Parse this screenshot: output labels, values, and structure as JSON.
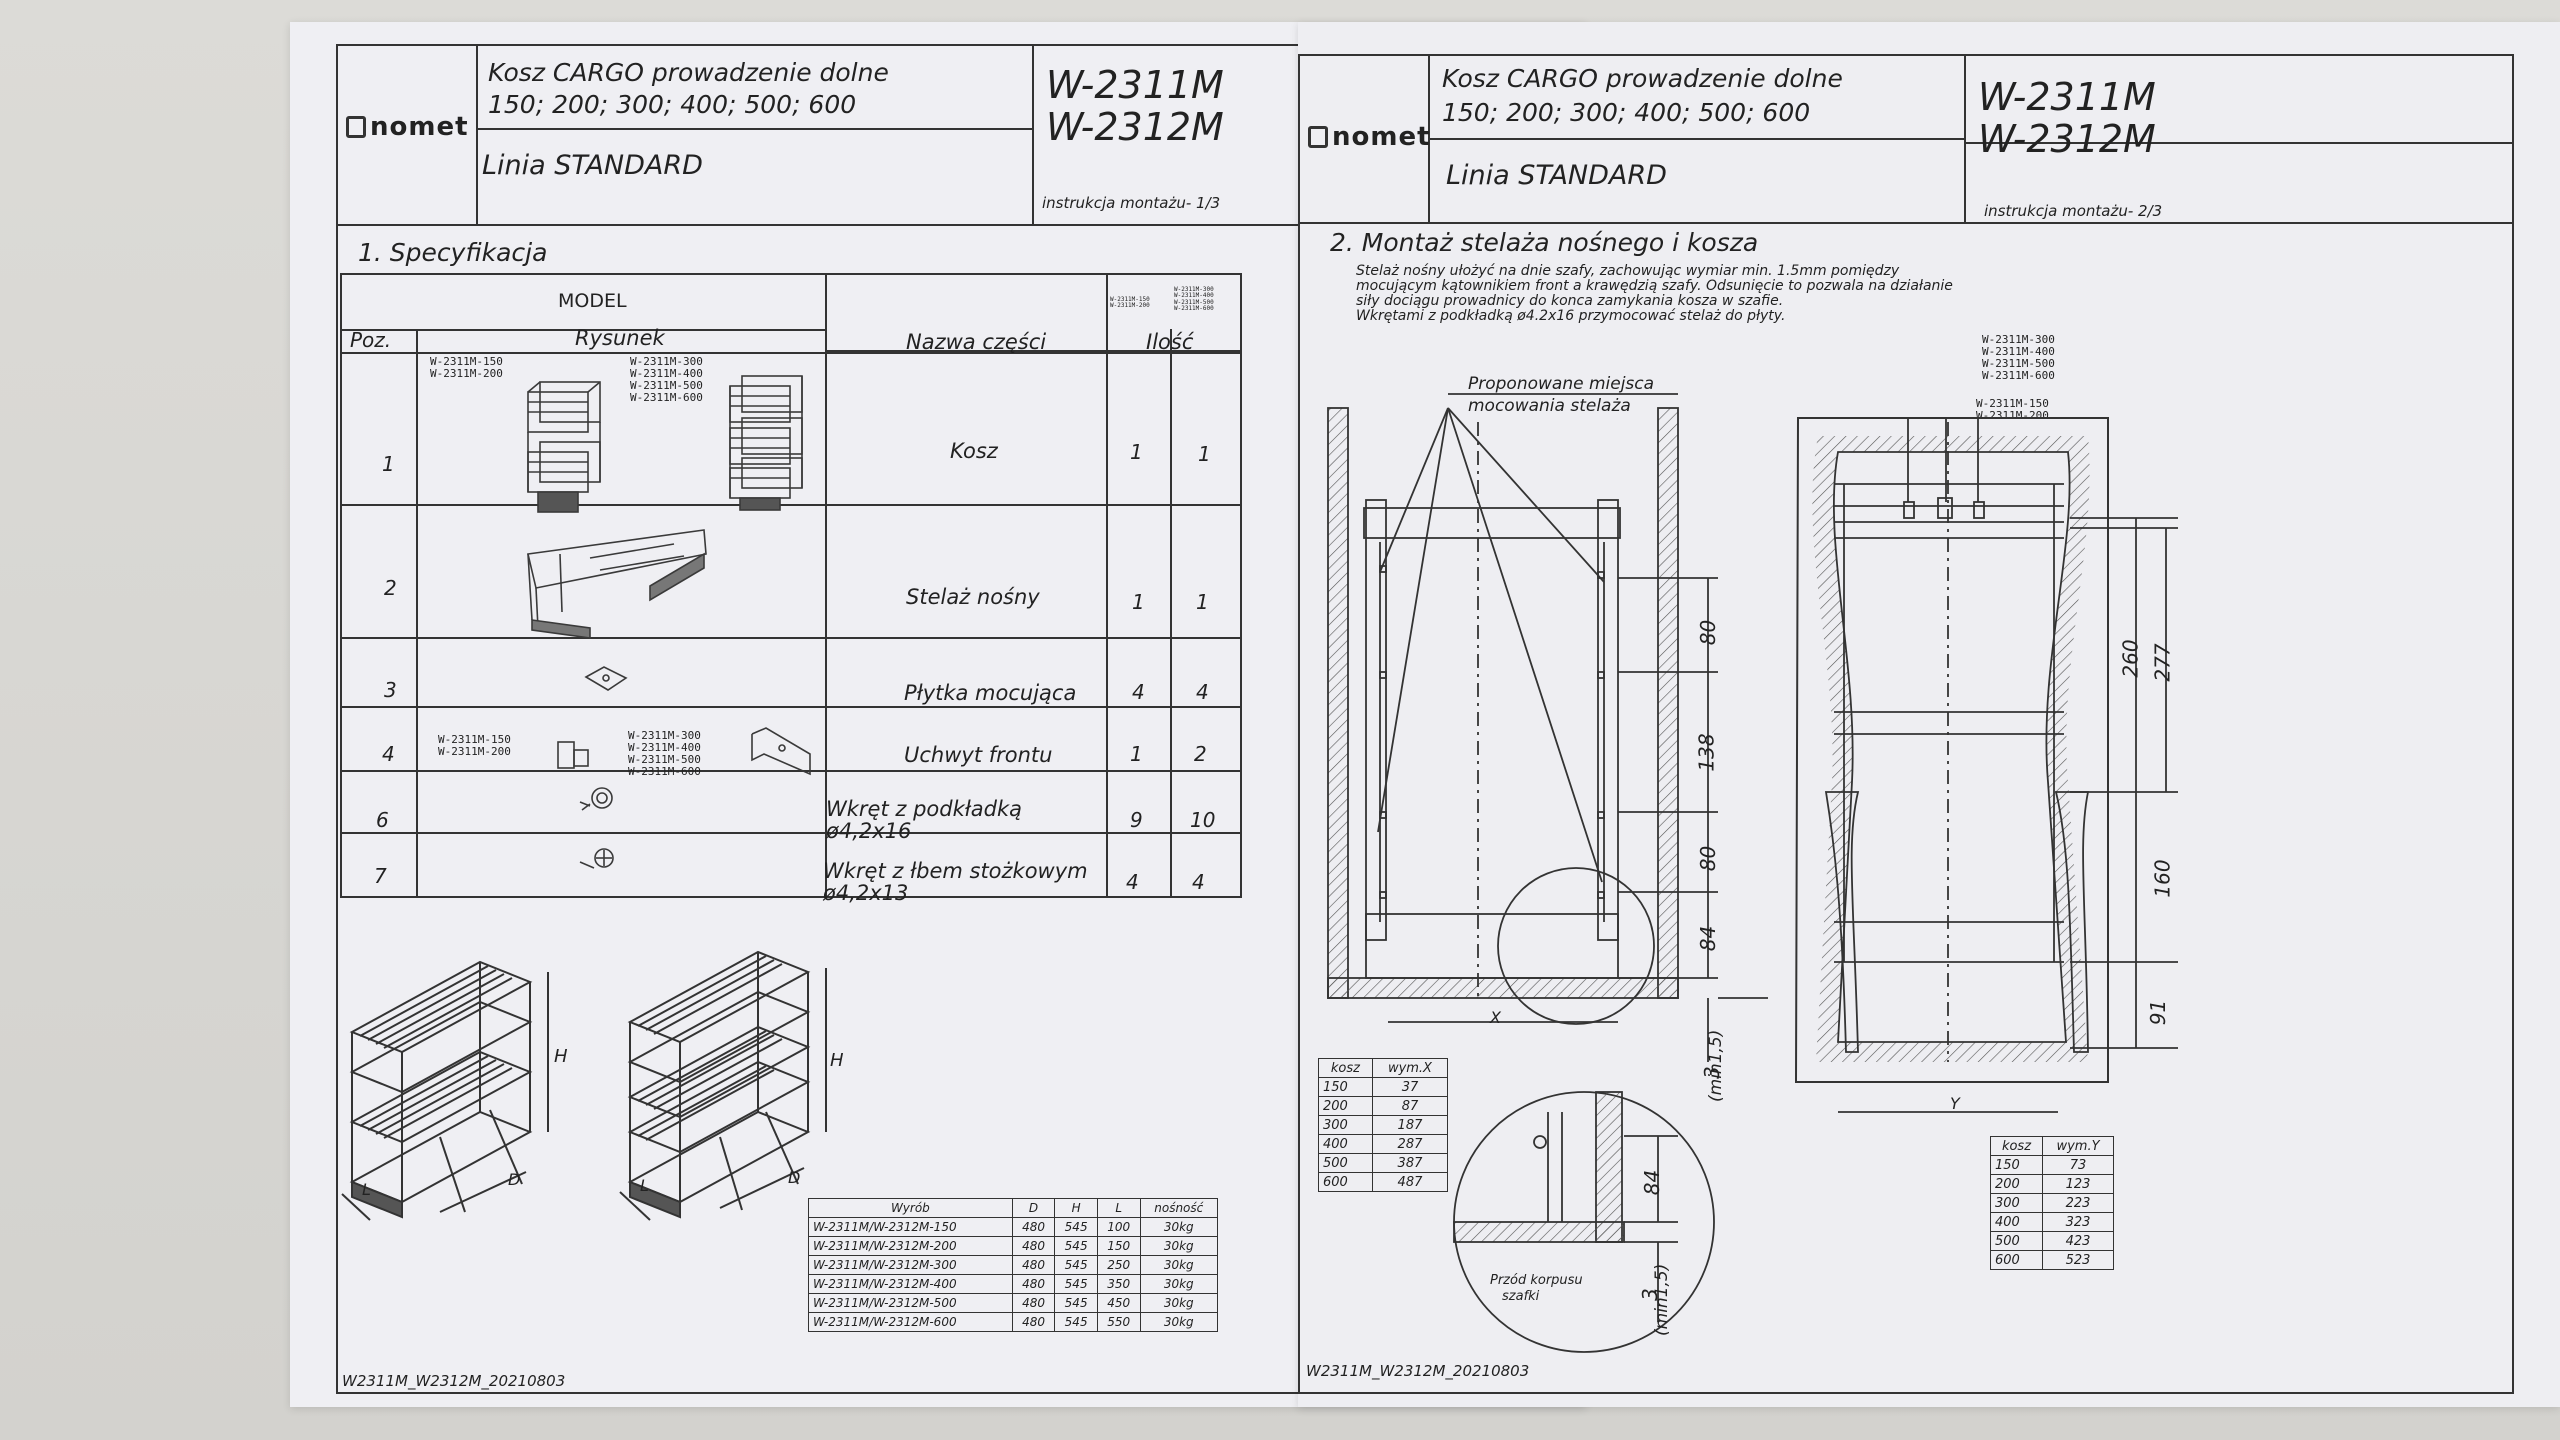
{
  "sheet1": {
    "title_line1": "Kosz CARGO prowadzenie dolne",
    "title_line2": "150; 200; 300; 400; 500; 600",
    "line": "Linia STANDARD",
    "code1": "W-2311M",
    "code2": "W-2312M",
    "instruction": "instrukcja montażu- 1/3",
    "logo": "nomet",
    "section": "1. Specyfikacja",
    "table_header": {
      "model": "MODEL",
      "poz": "Poz.",
      "rysunek": "Rysunek",
      "nazwa": "Nazwa części",
      "ilosc": "Ilość",
      "model_codes_left": [
        "W-2311M-150",
        "W-2311M-200"
      ],
      "model_codes_right": [
        "W-2311M-300",
        "W-2311M-400",
        "W-2311M-500",
        "W-2311M-600"
      ]
    },
    "rows": [
      {
        "poz": "1",
        "name": "Kosz",
        "q1": "1",
        "q2": "1",
        "labels_left": [
          "W-2311M-150",
          "W-2311M-200"
        ],
        "labels_right": [
          "W-2311M-300",
          "W-2311M-400",
          "W-2311M-500",
          "W-2311M-600"
        ]
      },
      {
        "poz": "2",
        "name": "Stelaż nośny",
        "q1": "1",
        "q2": "1"
      },
      {
        "poz": "3",
        "name": "Płytka mocująca",
        "q1": "4",
        "q2": "4"
      },
      {
        "poz": "4",
        "name": "Uchwyt frontu",
        "q1": "1",
        "q2": "2",
        "labels_left": [
          "W-2311M-150",
          "W-2311M-200"
        ],
        "labels_right": [
          "W-2311M-300",
          "W-2311M-400",
          "W-2311M-500",
          "W-2311M-600"
        ]
      },
      {
        "poz": "6",
        "name_l1": "Wkręt z podkładką",
        "name_l2": "ø4,2x16",
        "q1": "9",
        "q2": "10"
      },
      {
        "poz": "7",
        "name_l1": "Wkręt z łbem stożkowym",
        "name_l2": "ø4,2x13",
        "q1": "4",
        "q2": "4"
      }
    ],
    "dim_labels": {
      "h": "H",
      "d": "D",
      "l": "L"
    },
    "spec_table": {
      "headers": [
        "Wyrób",
        "D",
        "H",
        "L",
        "nośność"
      ],
      "rows": [
        [
          "W-2311M/W-2312M-150",
          "480",
          "545",
          "100",
          "30kg"
        ],
        [
          "W-2311M/W-2312M-200",
          "480",
          "545",
          "150",
          "30kg"
        ],
        [
          "W-2311M/W-2312M-300",
          "480",
          "545",
          "250",
          "30kg"
        ],
        [
          "W-2311M/W-2312M-400",
          "480",
          "545",
          "350",
          "30kg"
        ],
        [
          "W-2311M/W-2312M-500",
          "480",
          "545",
          "450",
          "30kg"
        ],
        [
          "W-2311M/W-2312M-600",
          "480",
          "545",
          "550",
          "30kg"
        ]
      ]
    },
    "footer": "W2311M_W2312M_20210803"
  },
  "sheet2": {
    "title_line1": "Kosz CARGO prowadzenie dolne",
    "title_line2": "150; 200; 300; 400; 500; 600",
    "line": "Linia STANDARD",
    "code1": "W-2311M",
    "code2": "W-2312M",
    "instruction": "instrukcja montażu- 2/3",
    "logo": "nomet",
    "section": "2. Montaż stelaża nośnego i kosza",
    "desc": [
      "Stelaż nośny ułożyć na dnie szafy, zachowując wymiar min. 1.5mm pomiędzy",
      "mocującym kątownikiem front a krawędzią szafy. Odsunięcie to pozwala na działanie",
      "siły dociągu prowadnicy do konca zamykania kosza w szafie.",
      "Wkrętami z podkładką ø4.2x16 przymocować stelaż do płyty."
    ],
    "proposed_l1": "Proponowane miejsca",
    "proposed_l2": "mocowania stelaża",
    "codes_top": [
      "W-2311M-300",
      "W-2311M-400",
      "W-2311M-500",
      "W-2311M-600"
    ],
    "codes_mid": [
      "W-2311M-150",
      "W-2311M-200"
    ],
    "dims_left": [
      "80",
      "138",
      "80",
      "84"
    ],
    "dims_right": [
      "260",
      "277",
      "160",
      "91"
    ],
    "dim_min": "3",
    "dim_min_note": "(min1,5)",
    "detail_dim": "84",
    "detail_min": "3",
    "detail_min_note": "(min1,5)",
    "front_l1": "Przód korpusu",
    "front_l2": "szafki",
    "x_label": "X",
    "y_label": "Y",
    "table_x": {
      "headers": [
        "kosz",
        "wym.X"
      ],
      "rows": [
        [
          "150",
          "37"
        ],
        [
          "200",
          "87"
        ],
        [
          "300",
          "187"
        ],
        [
          "400",
          "287"
        ],
        [
          "500",
          "387"
        ],
        [
          "600",
          "487"
        ]
      ]
    },
    "table_y": {
      "headers": [
        "kosz",
        "wym.Y"
      ],
      "rows": [
        [
          "150",
          "73"
        ],
        [
          "200",
          "123"
        ],
        [
          "300",
          "223"
        ],
        [
          "400",
          "323"
        ],
        [
          "500",
          "423"
        ],
        [
          "600",
          "523"
        ]
      ]
    },
    "footer": "W2311M_W2312M_20210803"
  }
}
